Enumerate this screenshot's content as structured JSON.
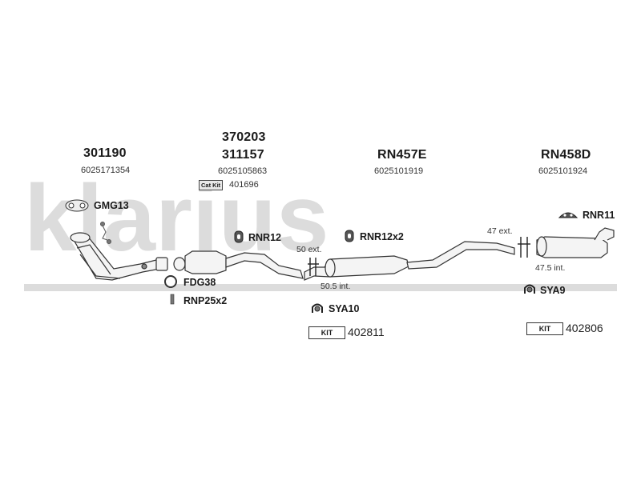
{
  "watermark": {
    "text": "klarius",
    "color": "#d9d9d9"
  },
  "sections": [
    {
      "id": "front",
      "part": "301190",
      "oe": "6025171354"
    },
    {
      "id": "cat",
      "part_top": "370203",
      "part": "311157",
      "oe": "6025105863",
      "catkit_label": "Cat Kit",
      "catkit_num": "401696"
    },
    {
      "id": "middle",
      "part": "RN457E",
      "oe": "6025101919"
    },
    {
      "id": "rear",
      "part": "RN458D",
      "oe": "6025101924"
    }
  ],
  "fittings": {
    "gmg13": "GMG13",
    "rnr12": "RNR12",
    "rnr12x2": "RNR12x2",
    "rnr11": "RNR11",
    "fdg38": "FDG38",
    "rnp25x2": "RNP25x2",
    "sya10": "SYA10",
    "sya9": "SYA9"
  },
  "dimensions": {
    "ext50": "50 ext.",
    "int50_5": "50.5 int.",
    "ext47": "47 ext.",
    "int47_5": "47.5 int."
  },
  "kits": [
    {
      "label": "KIT",
      "num": "402811"
    },
    {
      "label": "KIT",
      "num": "402806"
    }
  ]
}
